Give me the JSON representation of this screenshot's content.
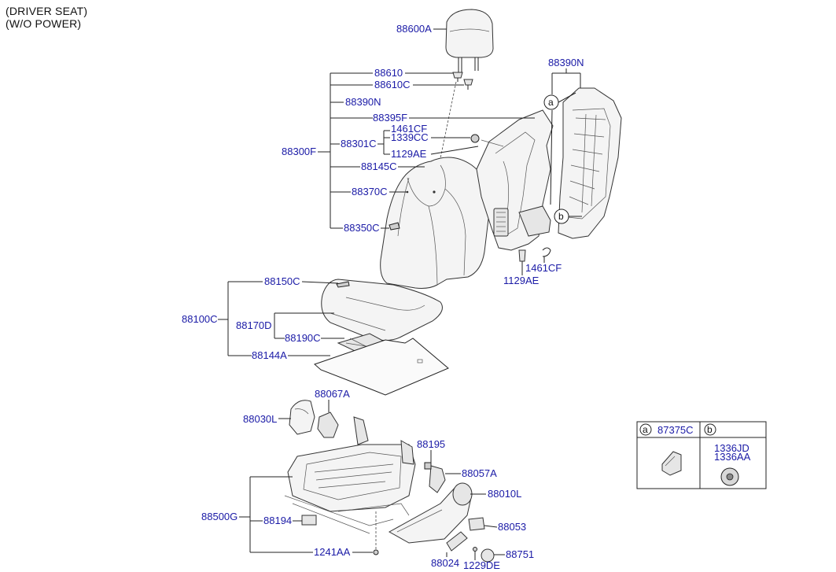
{
  "header": {
    "line1": "(DRIVER SEAT)",
    "line2": "(W/O POWER)"
  },
  "parts": {
    "p88600A": "88600A",
    "p88610": "88610",
    "p88610C": "88610C",
    "p88390N_l": "88390N",
    "p88395F": "88395F",
    "p1461CF_t": "1461CF",
    "p1339CC": "1339CC",
    "p88301C": "88301C",
    "p88300F": "88300F",
    "p1129AE_t": "1129AE",
    "p88145C": "88145C",
    "p88370C": "88370C",
    "p88350C": "88350C",
    "p88390N_r": "88390N",
    "p1461CF_b": "1461CF",
    "p1129AE_b": "1129AE",
    "p88150C": "88150C",
    "p88100C": "88100C",
    "p88170D": "88170D",
    "p88190C": "88190C",
    "p88144A": "88144A",
    "p88067A": "88067A",
    "p88030L": "88030L",
    "p88195": "88195",
    "p88057A": "88057A",
    "p88010L": "88010L",
    "p88500G": "88500G",
    "p88194": "88194",
    "p88053": "88053",
    "p1241AA": "1241AA",
    "p88024": "88024",
    "p88751": "88751",
    "p1229DE": "1229DE"
  },
  "callouts": {
    "a": "a",
    "b": "b"
  },
  "legend": {
    "a_mark": "a",
    "a_part": "87375C",
    "b_mark": "b",
    "b_part1": "1336JD",
    "b_part2": "1336AA"
  }
}
